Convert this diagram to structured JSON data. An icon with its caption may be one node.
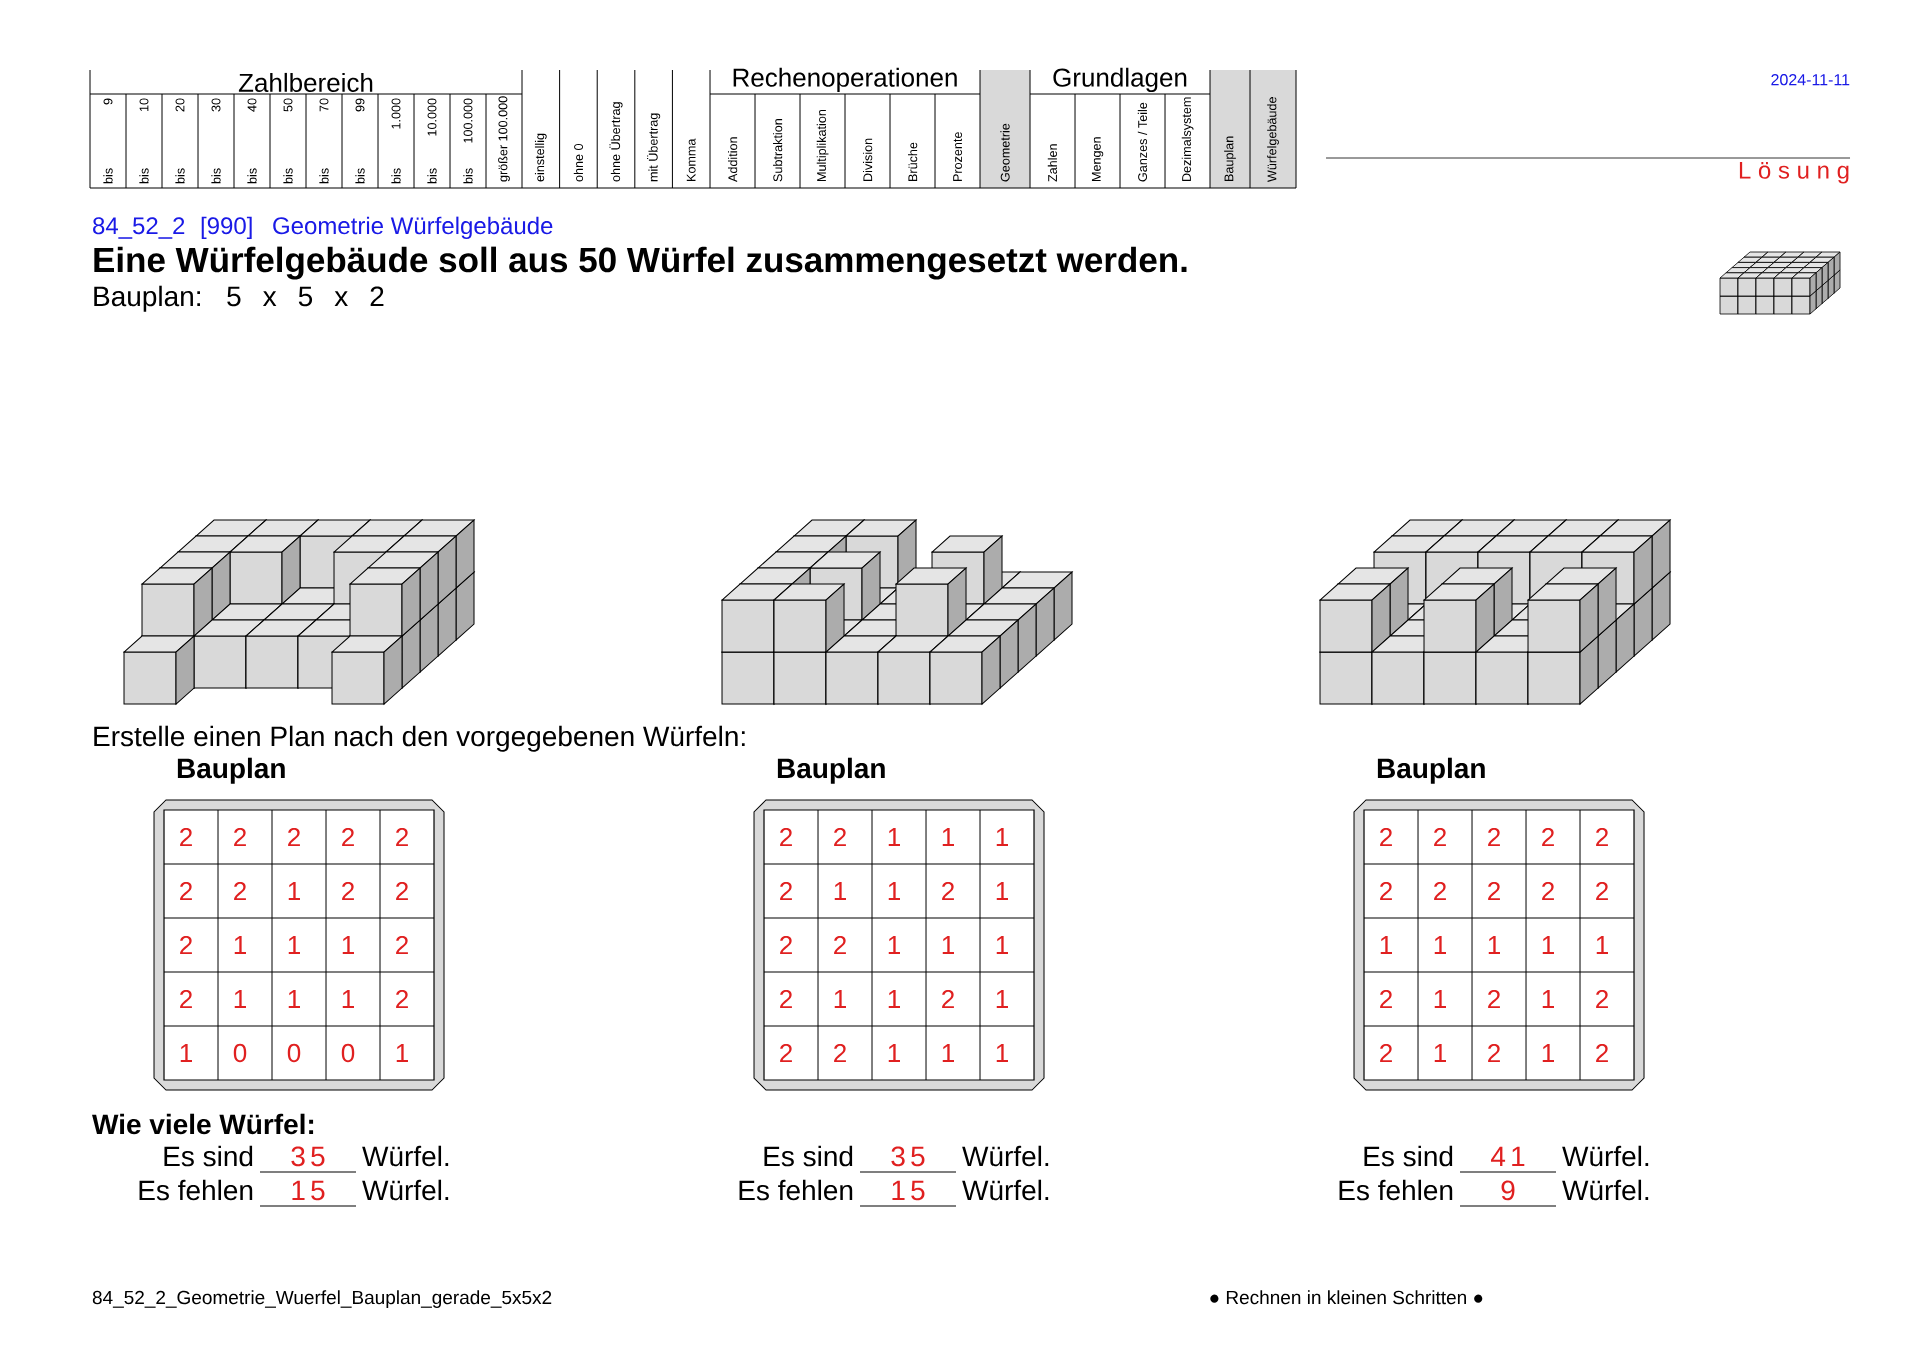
{
  "diagram": {
    "title": "Eine Würfelgebäude soll aus 50 Würfel zusammengesetzt werden.",
    "labels": [
      "Zahlbereich",
      "Rechenoperationen",
      "Grundlagen",
      "9",
      "bis",
      "10",
      "bis",
      "20",
      "bis",
      "30",
      "bis",
      "40",
      "bis",
      "50",
      "bis",
      "70",
      "bis",
      "99",
      "bis",
      "1.000",
      "bis",
      "10.000",
      "bis",
      "100.000",
      "bis",
      "größer 100.000",
      "einstellig",
      "ohne 0",
      "ohne Übertrag",
      "mit Übertrag",
      "Komma",
      "Addition",
      "Subtraktion",
      "Multiplikation",
      "Division",
      "Brüche",
      "Prozente",
      "Geometrie",
      "Zahlen",
      "Mengen",
      "Ganzes / Teile",
      "Dezimalsystem",
      "Bauplan",
      "Würfelgebäude",
      "2024-11-11",
      "L ö s u n g",
      "84_52_2",
      "[990]",
      "Geometrie Würfelgebäude",
      "Bauplan: 5 x 5 x 2",
      "Erstelle einen Plan nach den vorgegebenen Würfeln:",
      "Bauplan",
      "Bauplan",
      "Bauplan",
      "2",
      "2",
      "2",
      "2",
      "2",
      "2",
      "2",
      "1",
      "2",
      "2",
      "2",
      "1",
      "1",
      "1",
      "2",
      "2",
      "1",
      "1",
      "1",
      "2",
      "1",
      "0",
      "0",
      "0",
      "1",
      "2",
      "2",
      "1",
      "1",
      "1",
      "2",
      "1",
      "1",
      "2",
      "1",
      "2",
      "2",
      "1",
      "1",
      "1",
      "2",
      "1",
      "1",
      "2",
      "1",
      "2",
      "2",
      "1",
      "1",
      "1",
      "2",
      "2",
      "2",
      "2",
      "2",
      "2",
      "2",
      "2",
      "2",
      "2",
      "1",
      "1",
      "1",
      "1",
      "1",
      "2",
      "1",
      "2",
      "1",
      "2",
      "2",
      "1",
      "2",
      "1",
      "2",
      "Wie viele Würfel:",
      "Es sind",
      "35",
      "Würfel.",
      "Es fehlen",
      "15",
      "Würfel.",
      "Es sind",
      "35",
      "Würfel.",
      "Es fehlen",
      "15",
      "Würfel.",
      "Es sind",
      "41",
      "Würfel.",
      "Es fehlen",
      "9",
      "Würfel.",
      "84_52_2_Geometrie_Wuerfel_Bauplan_gerade_5x5x2",
      "● Rechnen in kleinen Schritten ●"
    ]
  }
}
